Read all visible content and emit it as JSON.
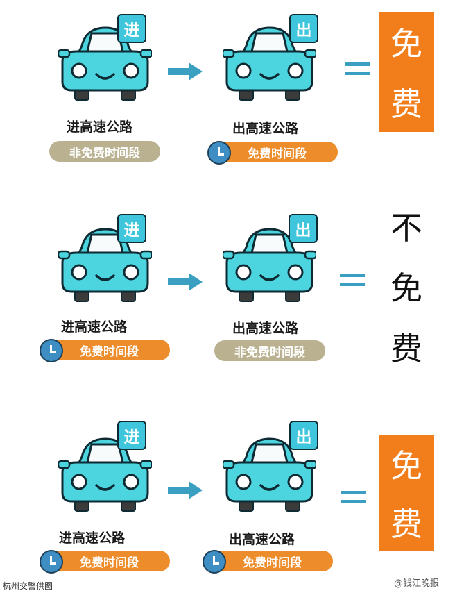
{
  "colors": {
    "car_body": "#4cd4df",
    "badge": "#3fc6dd",
    "arrow": "#3a9fc0",
    "pill_gray": "#b9b18f",
    "pill_orange": "#ec8c2a",
    "result_box": "#f27d1b",
    "clock": "#3e8ec3"
  },
  "rows": [
    {
      "entry": {
        "badge": "进",
        "label": "进高速公路",
        "period": "非免费时间段",
        "period_type": "non-free"
      },
      "exit": {
        "badge": "出",
        "label": "出高速公路",
        "period": "免费时间段",
        "period_type": "free"
      },
      "result": [
        "免",
        "费"
      ],
      "result_style": "box"
    },
    {
      "entry": {
        "badge": "进",
        "label": "进高速公路",
        "period": "免费时间段",
        "period_type": "free"
      },
      "exit": {
        "badge": "出",
        "label": "出高速公路",
        "period": "非免费时间段",
        "period_type": "non-free"
      },
      "result": [
        "不",
        "免",
        "费"
      ],
      "result_style": "plain"
    },
    {
      "entry": {
        "badge": "进",
        "label": "进高速公路",
        "period": "免费时间段",
        "period_type": "free"
      },
      "exit": {
        "badge": "出",
        "label": "出高速公路",
        "period": "免费时间段",
        "period_type": "free"
      },
      "result": [
        "免",
        "费"
      ],
      "result_style": "box"
    }
  ],
  "footer": {
    "credit": "杭州交警供图",
    "watermark": "@钱江晚报"
  }
}
